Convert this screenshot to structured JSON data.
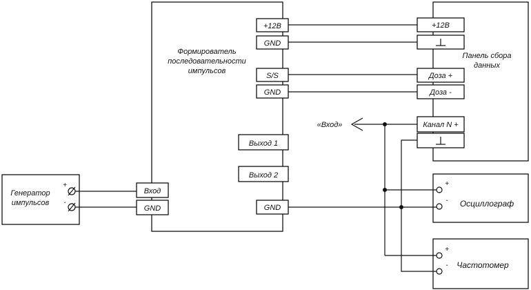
{
  "shaper": {
    "title_lines": [
      "Формирователь",
      "последовательности",
      "импульсов"
    ],
    "ports": {
      "p12v": "+12В",
      "gnd_top": "GND",
      "ss": "S/S",
      "gnd_mid": "GND",
      "out1": "Выход 1",
      "out2": "Выход 2",
      "gnd_bottom": "GND",
      "input": "Вход",
      "gnd_input": "GND"
    }
  },
  "daq_panel": {
    "title_lines": [
      "Панель сбора",
      "данных"
    ],
    "ports": {
      "p12v": "+12В",
      "ground_symbol": "⊥",
      "dose_plus": "Доза +",
      "dose_minus": "Доза -",
      "channel": "Канал N +",
      "channel_ground_symbol": "⊥"
    }
  },
  "generator": {
    "title_lines": [
      "Генератор",
      "импульсов"
    ],
    "plus": "+",
    "minus": "-"
  },
  "oscilloscope": {
    "label": "Осциллограф",
    "plus": "+",
    "minus": "-"
  },
  "frequency_meter": {
    "label": "Частотомер",
    "plus": "+",
    "minus": "-"
  },
  "input_arrow_label": "«Вход»"
}
